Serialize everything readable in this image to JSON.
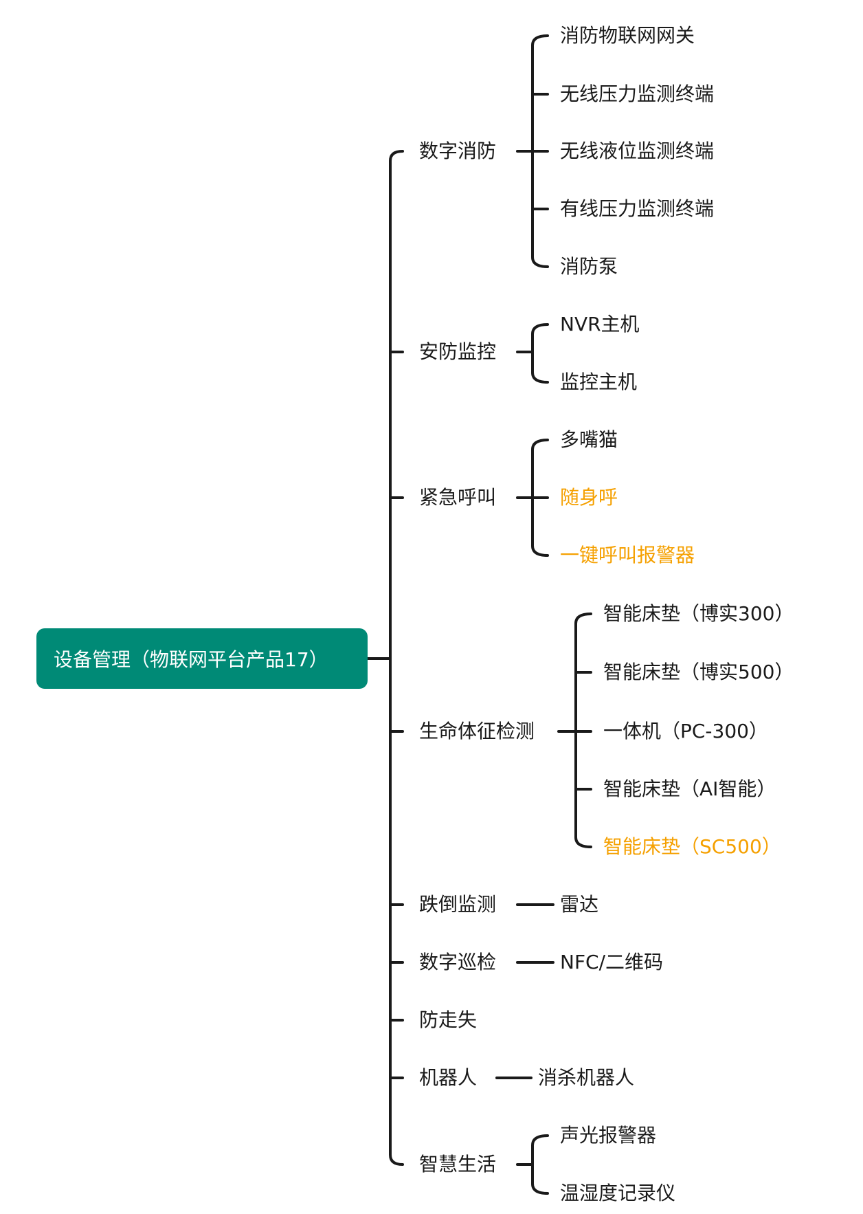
{
  "root": "设备管理（物联网平台产品17）",
  "branches": [
    {
      "label": "数字消防",
      "children": [
        {
          "label": "消防物联网网关"
        },
        {
          "label": "无线压力监测终端"
        },
        {
          "label": "无线液位监测终端"
        },
        {
          "label": "有线压力监测终端"
        },
        {
          "label": "消防泵"
        }
      ]
    },
    {
      "label": "安防监控",
      "children": [
        {
          "label": "NVR主机"
        },
        {
          "label": "监控主机"
        }
      ]
    },
    {
      "label": "紧急呼叫",
      "children": [
        {
          "label": "多嘴猫"
        },
        {
          "label": "随身呼",
          "highlight": true
        },
        {
          "label": "一键呼叫报警器",
          "highlight": true
        }
      ]
    },
    {
      "label": "生命体征检测",
      "children": [
        {
          "label": "智能床垫（博实300）"
        },
        {
          "label": "智能床垫（博实500）"
        },
        {
          "label": "一体机（PC-300）"
        },
        {
          "label": "智能床垫（AI智能）"
        },
        {
          "label": "智能床垫（SC500）",
          "highlight": true
        }
      ]
    },
    {
      "label": "跌倒监测",
      "children": [
        {
          "label": "雷达"
        }
      ]
    },
    {
      "label": "数字巡检",
      "children": [
        {
          "label": "NFC/二维码"
        }
      ]
    },
    {
      "label": "防走失",
      "children": []
    },
    {
      "label": "机器人",
      "children": [
        {
          "label": "消杀机器人"
        }
      ]
    },
    {
      "label": "智慧生活",
      "children": [
        {
          "label": "声光报警器"
        },
        {
          "label": "温湿度记录仪"
        }
      ]
    }
  ],
  "colors": {
    "root_bg": "#008a76",
    "highlight": "#f5a000",
    "line": "#1a1a1a"
  }
}
